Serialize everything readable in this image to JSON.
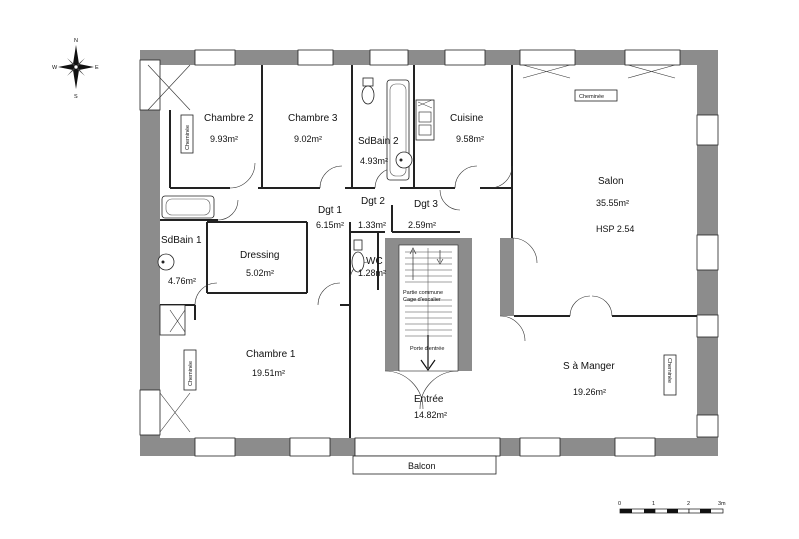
{
  "compass": {
    "n": "N",
    "s": "S",
    "e": "E",
    "w": "W"
  },
  "rooms": {
    "chambre2": {
      "name": "Chambre 2",
      "area": "9.93m²"
    },
    "chambre3": {
      "name": "Chambre 3",
      "area": "9.02m²"
    },
    "sdbain2": {
      "name": "SdBain 2",
      "area": "4.93m²"
    },
    "cuisine": {
      "name": "Cuisine",
      "area": "9.58m²"
    },
    "salon": {
      "name": "Salon",
      "area": "35.55m²",
      "hsp": "HSP 2.54"
    },
    "dgt1": {
      "name": "Dgt 1",
      "area": "6.15m²"
    },
    "dgt2": {
      "name": "Dgt 2",
      "area": "1.33m²"
    },
    "dgt3": {
      "name": "Dgt 3",
      "area": "2.59m²"
    },
    "sdbain1": {
      "name": "SdBain 1",
      "area": "4.76m²"
    },
    "dressing": {
      "name": "Dressing",
      "area": "5.02m²"
    },
    "wc": {
      "name": "WC",
      "area": "1.28m²"
    },
    "chambre1": {
      "name": "Chambre 1",
      "area": "19.51m²"
    },
    "entree": {
      "name": "Entrée",
      "area": "14.82m²"
    },
    "samanger": {
      "name": "S à Manger",
      "area": "19.26m²"
    }
  },
  "labels": {
    "cheminee": "Cheminée",
    "partie_commune": "Partie commune",
    "cage_escalier": "Cage d'escalier",
    "porte_entree": "Porte d'entrée",
    "balcon": "Balcon"
  },
  "scale": {
    "ticks": [
      "0",
      "1",
      "2",
      "3m"
    ]
  }
}
